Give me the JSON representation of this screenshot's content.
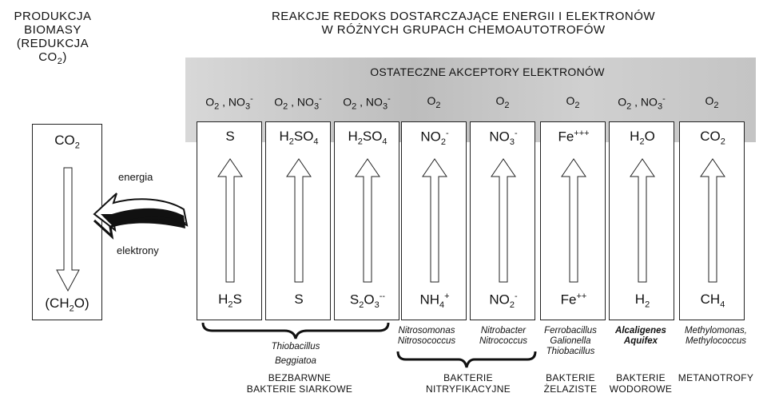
{
  "left_title": {
    "line1": "PRODUKCJA",
    "line2": "BIOMASY",
    "line3": "(REDUKCJA CO",
    "line3_sub": "2",
    "line3_end": ")"
  },
  "main_title": {
    "line1": "REAKCJE REDOKS DOSTARCZAJĄCE ENERGII I ELEKTRONÓW",
    "line2": "W RÓŻNYCH GRUPACH CHEMOAUTOTROFÓW"
  },
  "acceptors_header": "OSTATECZNE AKCEPTORY ELEKTRONÓW",
  "biomass_box": {
    "top": "CO",
    "top_sub": "2",
    "bottom": "(CH",
    "bottom_sub": "2",
    "bottom_end": "O)"
  },
  "energia_label": "energia",
  "elektrony_label": "elektrony",
  "columns": [
    {
      "acceptor": "O2 , NO3-",
      "top": "S",
      "bottom": "H2S"
    },
    {
      "acceptor": "O2 , NO3-",
      "top": "H2SO4",
      "bottom": "S"
    },
    {
      "acceptor": "O2 , NO3-",
      "top": "H2SO4",
      "bottom": "S2O3--"
    },
    {
      "acceptor": "O2",
      "top": "NO2-",
      "bottom": "NH4+"
    },
    {
      "acceptor": "O2",
      "top": "NO3-",
      "bottom": "NO2-"
    },
    {
      "acceptor": "O2",
      "top": "Fe+++",
      "bottom": "Fe++"
    },
    {
      "acceptor": "O2 , NO3-",
      "top": "H2O",
      "bottom": "H2"
    },
    {
      "acceptor": "O2",
      "top": "CO2",
      "bottom": "CH4"
    }
  ],
  "genera": {
    "sulfur1": "Thiobacillus",
    "sulfur2": "Beggiatoa",
    "nitr1": "Nitrosomonas",
    "nitr2": "Nitrosococcus",
    "nitb1": "Nitrobacter",
    "nitb2": "Nitrococcus",
    "fe1": "Ferrobacillus",
    "fe2": "Galionella",
    "fe3": "Thiobacillus",
    "h1": "Alcaligenes",
    "h2": "Aquifex",
    "m1": "Methylomonas,",
    "m2": "Methylococcus"
  },
  "groups": {
    "sulfur1": "BEZBARWNE",
    "sulfur2": "BAKTERIE SIARKOWE",
    "nitr1": "BAKTERIE",
    "nitr2": "NITRYFIKACYJNE",
    "fe1": "BAKTERIE",
    "fe2": "ŻELAZISTE",
    "h1": "BAKTERIE",
    "h2": "WODOROWE",
    "m1": "METANOTROFY"
  }
}
